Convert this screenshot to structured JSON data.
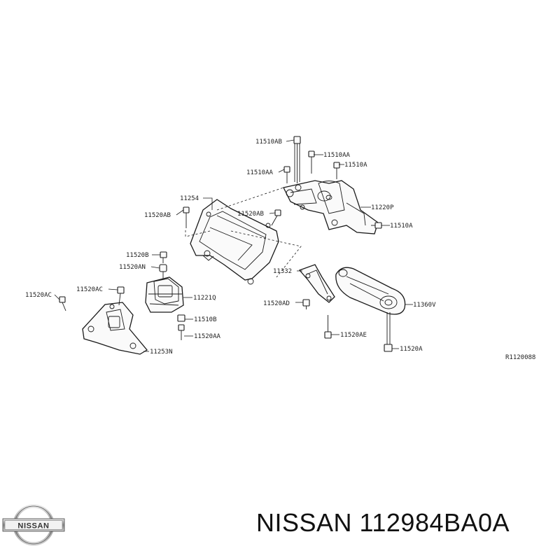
{
  "diagram": {
    "labels": {
      "l_11510AB": "11510AB",
      "l_11510AA_top": "11510AA",
      "l_11510A_top": "11510A",
      "l_11510AA_left": "11510AA",
      "l_11220P": "11220P",
      "l_11510A_right": "11510A",
      "l_11254": "11254",
      "l_11520AB_left": "11520AB",
      "l_11520AB_mid": "11520AB",
      "l_11520B": "11520B",
      "l_11520AN": "11520AN",
      "l_11332": "11332",
      "l_11520AC_far": "11520AC",
      "l_11520AC": "11520AC",
      "l_11221Q": "11221Q",
      "l_11520AD": "11520AD",
      "l_11360V": "11360V",
      "l_11510B": "11510B",
      "l_11520AA": "11520AA",
      "l_11520AE": "11520AE",
      "l_11253N": "11253N",
      "l_11520A": "11520A",
      "ref_code": "R1120088"
    }
  },
  "brand": {
    "logo_text": "NISSAN",
    "caption": "NISSAN 112984BA0A"
  }
}
